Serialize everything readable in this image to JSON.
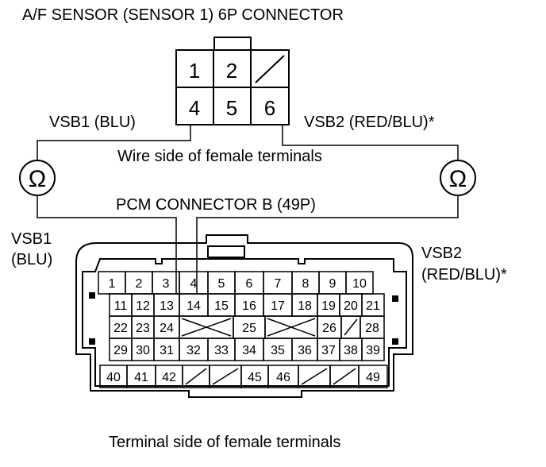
{
  "title": "A/F SENSOR (SENSOR 1) 6P CONNECTOR",
  "sensor_connector": {
    "top_row": [
      "1",
      "2",
      ""
    ],
    "bottom_row": [
      "4",
      "5",
      "6"
    ]
  },
  "labels": {
    "vsb1_top": "VSB1 (BLU)",
    "vsb2_top": "VSB2 (RED/BLU)*",
    "wire_side": "Wire side of female terminals",
    "pcm_title": "PCM CONNECTOR B (49P)",
    "vsb1_left_line1": "VSB1",
    "vsb1_left_line2": "(BLU)",
    "vsb2_right_line1": "VSB2",
    "vsb2_right_line2": "(RED/BLU)*",
    "terminal_side": "Terminal side of female terminals"
  },
  "meters": {
    "left_symbol": "Ω",
    "right_symbol": "Ω"
  },
  "pcm_connector": {
    "row1": [
      "1",
      "2",
      "3",
      "4",
      "5",
      "6",
      "7",
      "8",
      "9",
      "10"
    ],
    "row2": [
      "11",
      "12",
      "13",
      "14",
      "15",
      "16",
      "17",
      "18",
      "19",
      "20",
      "21"
    ],
    "row3": [
      "22",
      "23",
      "24",
      "",
      "25",
      "",
      "26",
      "",
      "28"
    ],
    "row4": [
      "29",
      "30",
      "31",
      "32",
      "33",
      "34",
      "35",
      "36",
      "37",
      "38",
      "39"
    ],
    "row5": [
      "40",
      "41",
      "42",
      "",
      "",
      "45",
      "46",
      "",
      "",
      "49"
    ]
  }
}
